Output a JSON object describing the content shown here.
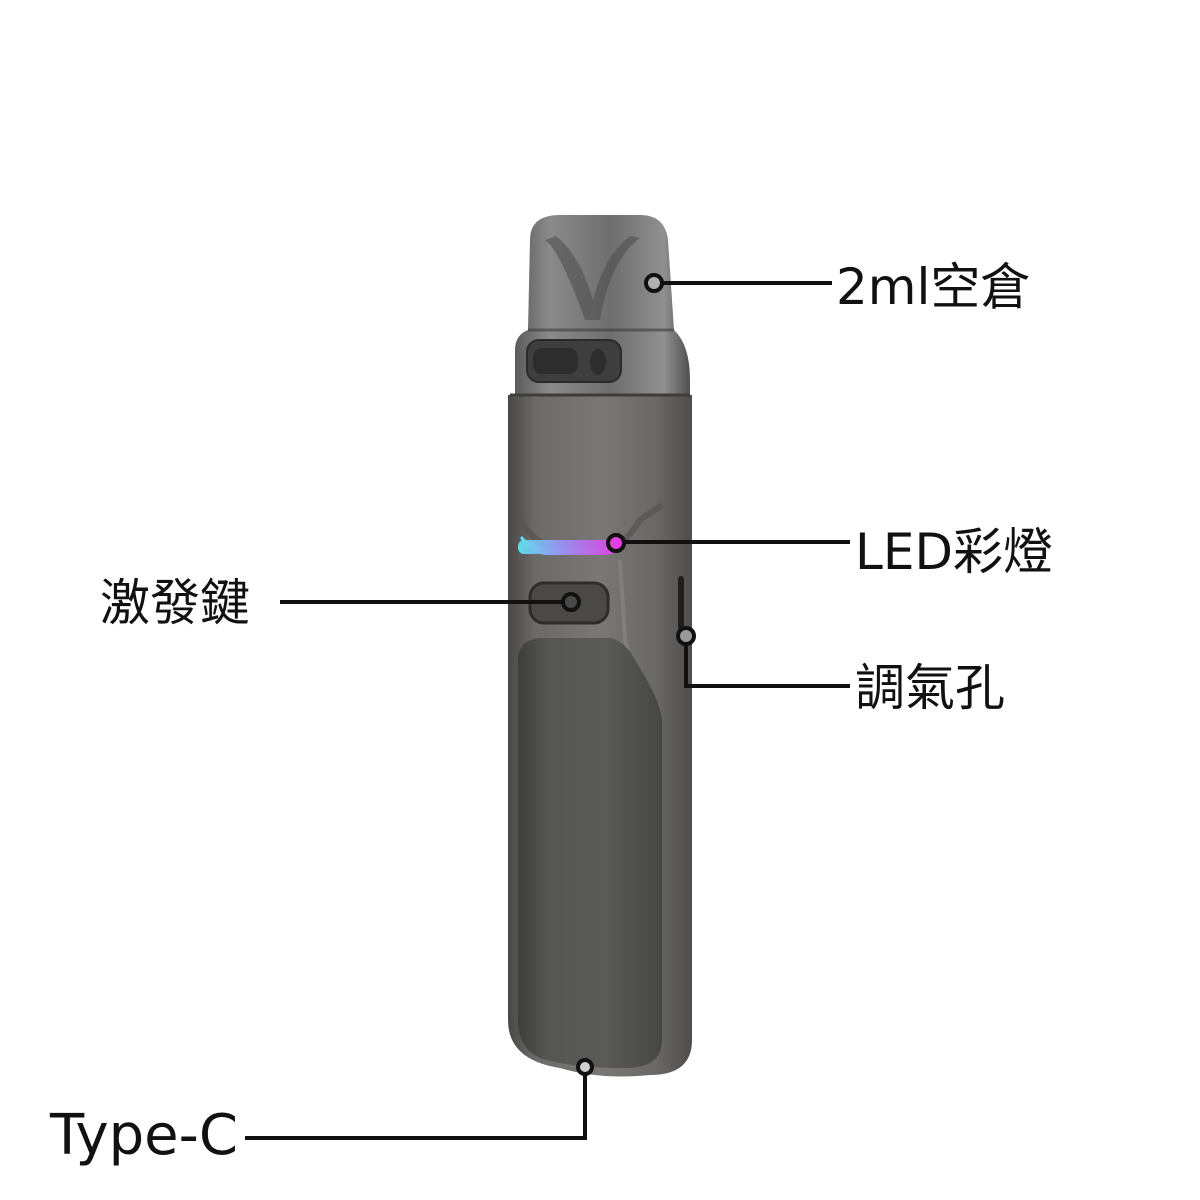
{
  "diagram": {
    "subject": "pod vape device",
    "colors": {
      "background": "#ffffff",
      "body_upper": "#6a6866",
      "body_lower": "#4e4e4d",
      "pod_tint": "#5a5a5a",
      "led_gradient_start": "#5fe0f0",
      "led_gradient_end": "#e040e0",
      "callout_line": "#111111",
      "text": "#111111"
    },
    "callouts": [
      {
        "id": "pod",
        "label": "2ml空倉",
        "side": "right"
      },
      {
        "id": "led",
        "label": "LED彩燈",
        "side": "right"
      },
      {
        "id": "fire_button",
        "label": "激發鍵",
        "side": "left"
      },
      {
        "id": "airflow",
        "label": "調氣孔",
        "side": "right"
      },
      {
        "id": "type_c",
        "label": "Type-C",
        "side": "left"
      }
    ]
  }
}
